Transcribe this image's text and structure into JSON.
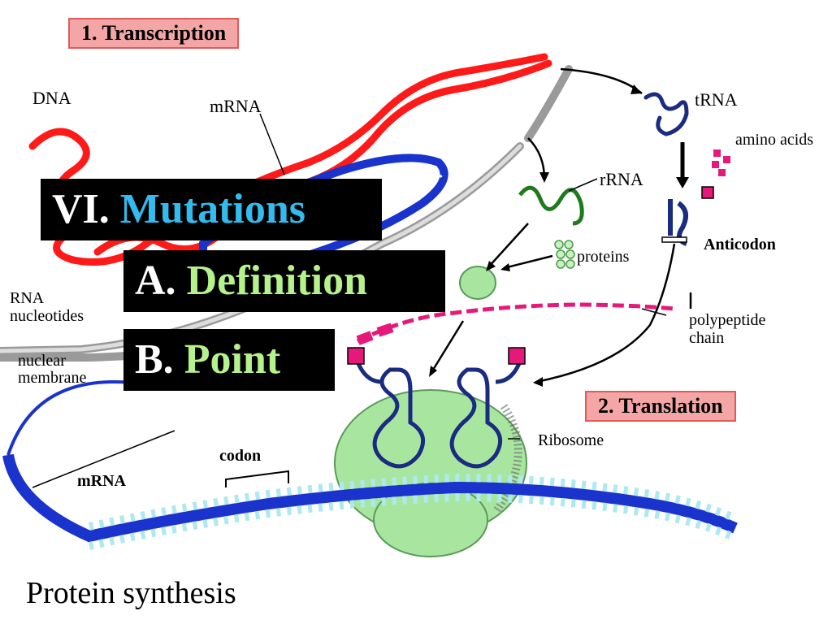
{
  "slide": {
    "main_heading": {
      "prefix": "VI.",
      "text": "Mutations"
    },
    "subheadings": [
      {
        "prefix": "A.",
        "text": "Definition"
      },
      {
        "prefix": "B.",
        "text": "Point"
      }
    ]
  },
  "diagram": {
    "stage_1": "1. Transcription",
    "stage_2": "2. Translation",
    "caption": "Protein synthesis",
    "labels": {
      "dna": "DNA",
      "mrna_top": "mRNA",
      "trna": "tRNA",
      "amino_acids": "amino acids",
      "rrna": "rRNA",
      "proteins": "proteins",
      "anticodon": "Anticodon",
      "rna_nucleotides_1": "RNA",
      "rna_nucleotides_2": "nucleotides",
      "nuclear_membrane_1": "nuclear",
      "nuclear_membrane_2": "membrane",
      "polypeptide_chain_1": "polypeptide",
      "polypeptide_chain_2": "chain",
      "ribosome": "Ribosome",
      "codon": "codon",
      "mrna_bottom": "mRNA"
    }
  },
  "colors": {
    "dna": "#ff1a1a",
    "mrna": "#1a33cc",
    "trna": "#1a2b80",
    "rrna": "#1f7a1f",
    "ribosome": "#a8e6a0",
    "amino_acid": "#e6197a",
    "membrane": "#bfbfbf"
  }
}
